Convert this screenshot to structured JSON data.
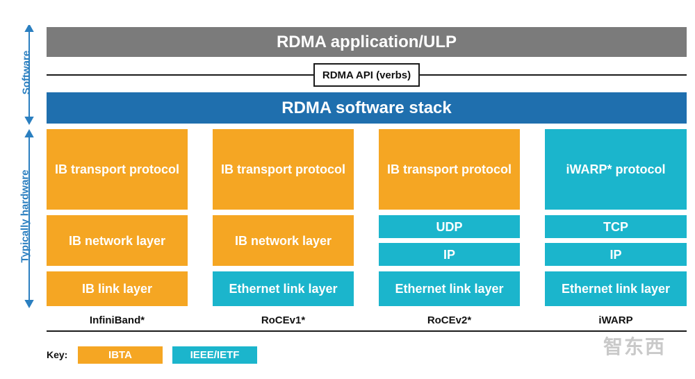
{
  "layers": {
    "application": "RDMA application/ULP",
    "api": "RDMA API (verbs)",
    "software_stack": "RDMA software stack"
  },
  "side_labels": {
    "software": "Software",
    "hardware": "Typically hardware"
  },
  "columns": [
    {
      "name": "InfiniBand*",
      "transport": "IB transport protocol",
      "network": "IB network layer",
      "link": "IB link layer"
    },
    {
      "name": "RoCEv1*",
      "transport": "IB transport protocol",
      "network": "IB network layer",
      "link": "Ethernet link layer"
    },
    {
      "name": "RoCEv2*",
      "transport": "IB transport protocol",
      "udp": "UDP",
      "ip": "IP",
      "link": "Ethernet link layer"
    },
    {
      "name": "iWARP",
      "transport": "iWARP* protocol",
      "tcp": "TCP",
      "ip": "IP",
      "link": "Ethernet link layer"
    }
  ],
  "key": {
    "label": "Key:",
    "ibta": "IBTA",
    "ieee": "IEEE/IETF"
  },
  "colors": {
    "ibta": "#f5a623",
    "ieee": "#1bb5cc",
    "software_stack": "#1f6fae",
    "application": "#7b7b7b",
    "side_text": "#2b7fc0"
  },
  "watermark": "智东西"
}
